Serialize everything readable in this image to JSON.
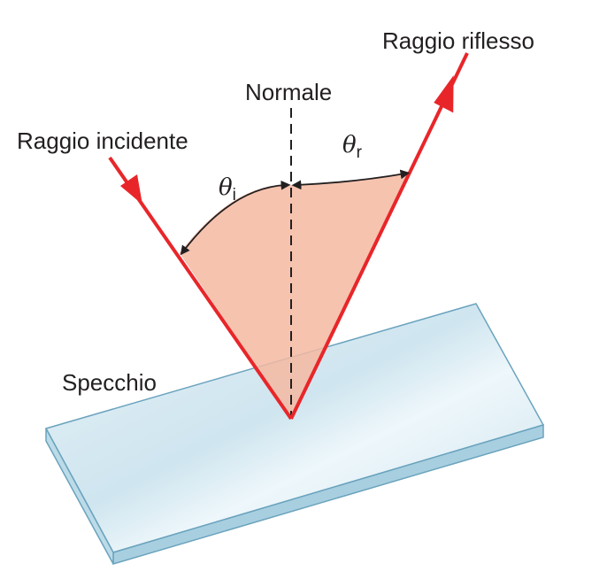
{
  "labels": {
    "normal": "Normale",
    "incident_ray": "Raggio incidente",
    "reflected_ray": "Raggio riflesso",
    "mirror": "Specchio"
  },
  "angles": {
    "incidence_symbol": "θ",
    "incidence_subscript": "i",
    "reflection_symbol": "θ",
    "reflection_subscript": "r"
  },
  "colors": {
    "ray": "#e8262a",
    "angle_fill": "#f4b8a1",
    "mirror_top": "#dcecf3",
    "mirror_edge": "#a8cfe0",
    "mirror_outline": "#6aa3bd",
    "text": "#231f20"
  }
}
